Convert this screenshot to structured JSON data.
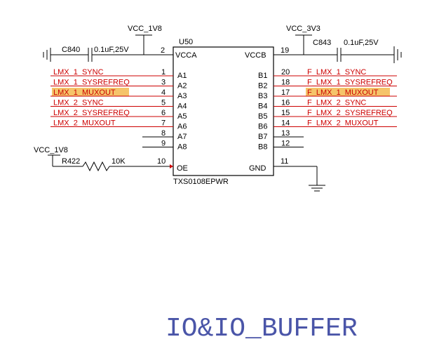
{
  "schematic": {
    "title": "IO&IO_BUFFER",
    "ref": "U50",
    "part": "TXS0108EPWR",
    "colors": {
      "wire": "#cc0000",
      "line": "#000000",
      "highlight": "#f5c46a",
      "title": "#4a55a8"
    },
    "power": {
      "vcc_1v8_top": "VCC_1V8",
      "vcc_3v3": "VCC_3V3",
      "vcc_1v8_oe": "VCC_1V8"
    },
    "caps": {
      "left": {
        "ref": "C840",
        "value": "0.1uF,25V"
      },
      "right": {
        "ref": "C843",
        "value": "0.1uF,25V"
      }
    },
    "resistor": {
      "ref": "R422",
      "value": "10K"
    },
    "pins": {
      "vcca": {
        "name": "VCCA",
        "num": "2"
      },
      "vccb": {
        "name": "VCCB",
        "num": "19"
      },
      "oe": {
        "name": "OE",
        "num": "10"
      },
      "gnd": {
        "name": "GND",
        "num": "11"
      }
    },
    "left_pins": [
      {
        "name": "A1",
        "num": "1",
        "net": "LMX_1_SYNC",
        "highlight": false
      },
      {
        "name": "A2",
        "num": "3",
        "net": "LMX_1_SYSREFREQ",
        "highlight": false
      },
      {
        "name": "A3",
        "num": "4",
        "net": "LMX_1_MUXOUT",
        "highlight": true
      },
      {
        "name": "A4",
        "num": "5",
        "net": "LMX_2_SYNC",
        "highlight": false
      },
      {
        "name": "A5",
        "num": "6",
        "net": "LMX_2_SYSREFREQ",
        "highlight": false
      },
      {
        "name": "A6",
        "num": "7",
        "net": "LMX_2_MUXOUT",
        "highlight": false
      },
      {
        "name": "A7",
        "num": "8",
        "net": "",
        "highlight": false
      },
      {
        "name": "A8",
        "num": "9",
        "net": "",
        "highlight": false
      }
    ],
    "right_pins": [
      {
        "name": "B1",
        "num": "20",
        "net": "F_LMX_1_SYNC",
        "highlight": false
      },
      {
        "name": "B2",
        "num": "18",
        "net": "F_LMX_1_SYSREFREQ",
        "highlight": false
      },
      {
        "name": "B3",
        "num": "17",
        "net": "F_LMX_1_MUXOUT",
        "highlight": true
      },
      {
        "name": "B4",
        "num": "16",
        "net": "F_LMX_2_SYNC",
        "highlight": false
      },
      {
        "name": "B5",
        "num": "15",
        "net": "F_LMX_2_SYSREFREQ",
        "highlight": false
      },
      {
        "name": "B6",
        "num": "14",
        "net": "F_LMX_2_MUXOUT",
        "highlight": false
      },
      {
        "name": "B7",
        "num": "13",
        "net": "",
        "highlight": false
      },
      {
        "name": "B8",
        "num": "12",
        "net": "",
        "highlight": false
      }
    ]
  }
}
